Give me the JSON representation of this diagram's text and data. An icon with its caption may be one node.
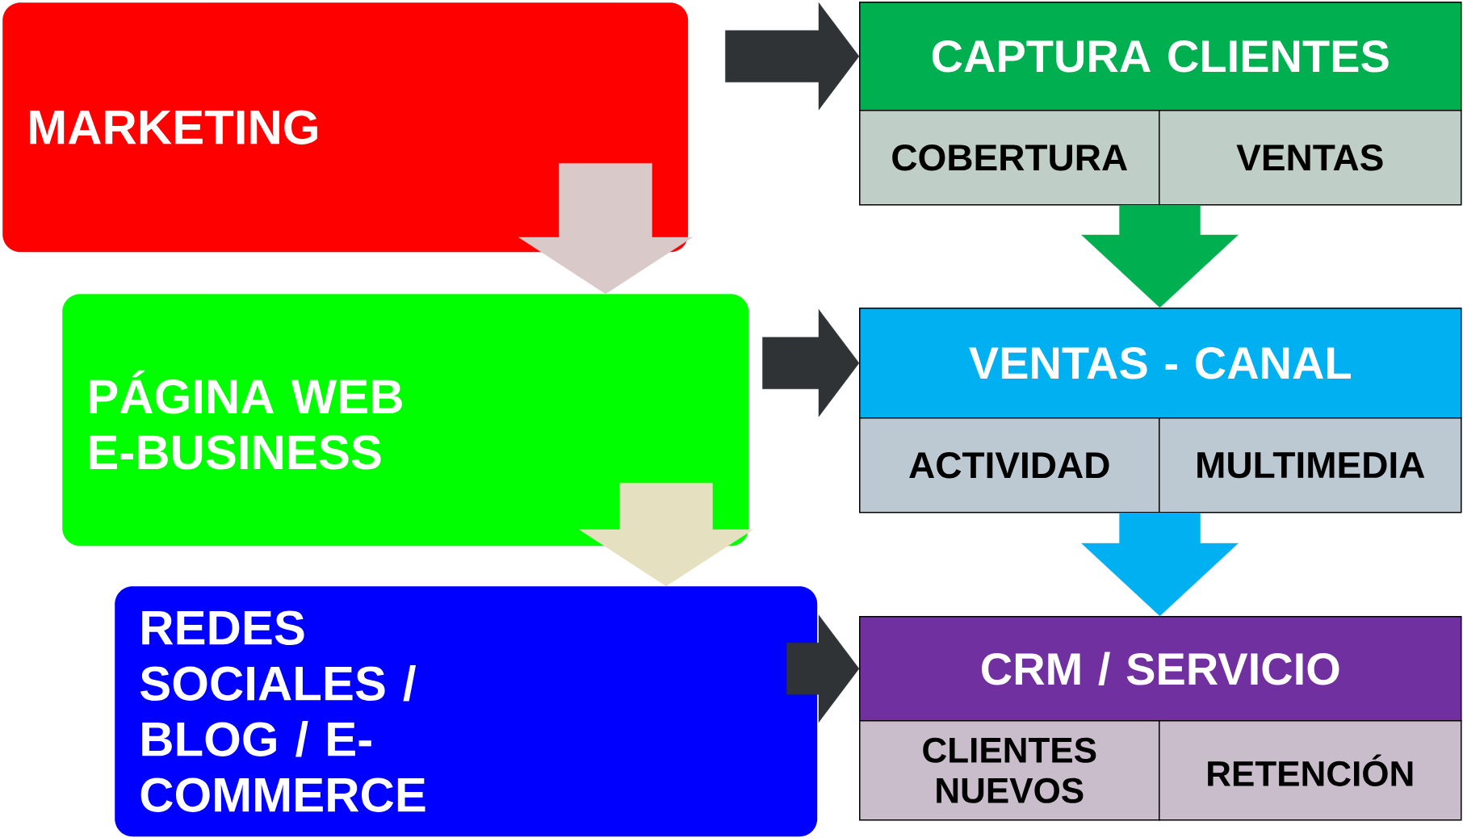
{
  "diagram": {
    "nodes": [
      {
        "text": [
          "MARKETING"
        ]
      },
      {
        "text": [
          "PÁGINA WEB E-BUSINESS"
        ]
      },
      {
        "text": [
          "REDES SOCIALES / BLOG / E-COMMERCE"
        ]
      },
      {
        "text": [
          "CAPTURA CLIENTES"
        ]
      },
      {
        "text": [
          "COBERTURA"
        ]
      },
      {
        "text": [
          "VENTAS"
        ]
      },
      {
        "text": [
          "VENTAS - CANAL"
        ]
      },
      {
        "text": [
          "ACTIVIDAD"
        ]
      },
      {
        "text": [
          "MULTIMEDIA"
        ]
      },
      {
        "text": [
          "CRM / SERVICIO"
        ]
      },
      {
        "text": [
          "CLIENTES NUEVOS"
        ]
      },
      {
        "text": [
          "RETENCIÓN"
        ]
      }
    ],
    "edges": [
      {
        "from": 0,
        "to": 1,
        "arrow": "to",
        "color": "#d9c9c9"
      },
      {
        "from": 1,
        "to": 2,
        "arrow": "to",
        "color": "#e4e0c0"
      },
      {
        "from": 0,
        "to": 3,
        "arrow": "to"
      },
      {
        "from": 1,
        "to": 6,
        "arrow": "to"
      },
      {
        "from": 2,
        "to": 9,
        "arrow": "to"
      },
      {
        "from": 4,
        "to": 6,
        "arrow": "to",
        "color": "#00b050"
      },
      {
        "from": 7,
        "to": 9,
        "arrow": "to",
        "color": "#00b0f0"
      }
    ]
  }
}
